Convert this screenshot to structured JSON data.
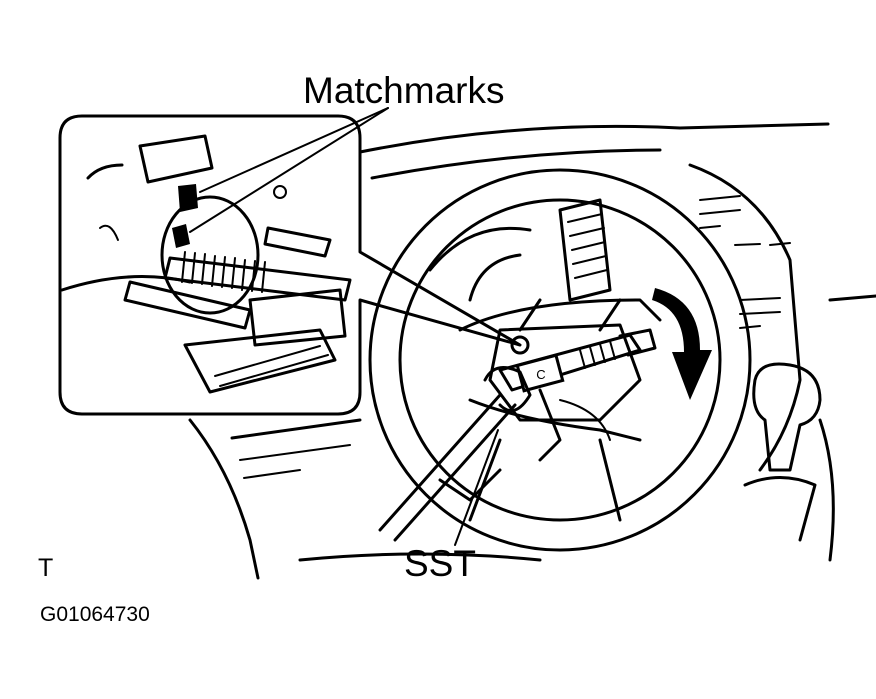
{
  "labels": {
    "matchmarks": "Matchmarks",
    "sst": "SST",
    "view_code": "T",
    "figure_id": "G01064730"
  },
  "colors": {
    "ink": "#000000",
    "paper": "#ffffff"
  }
}
